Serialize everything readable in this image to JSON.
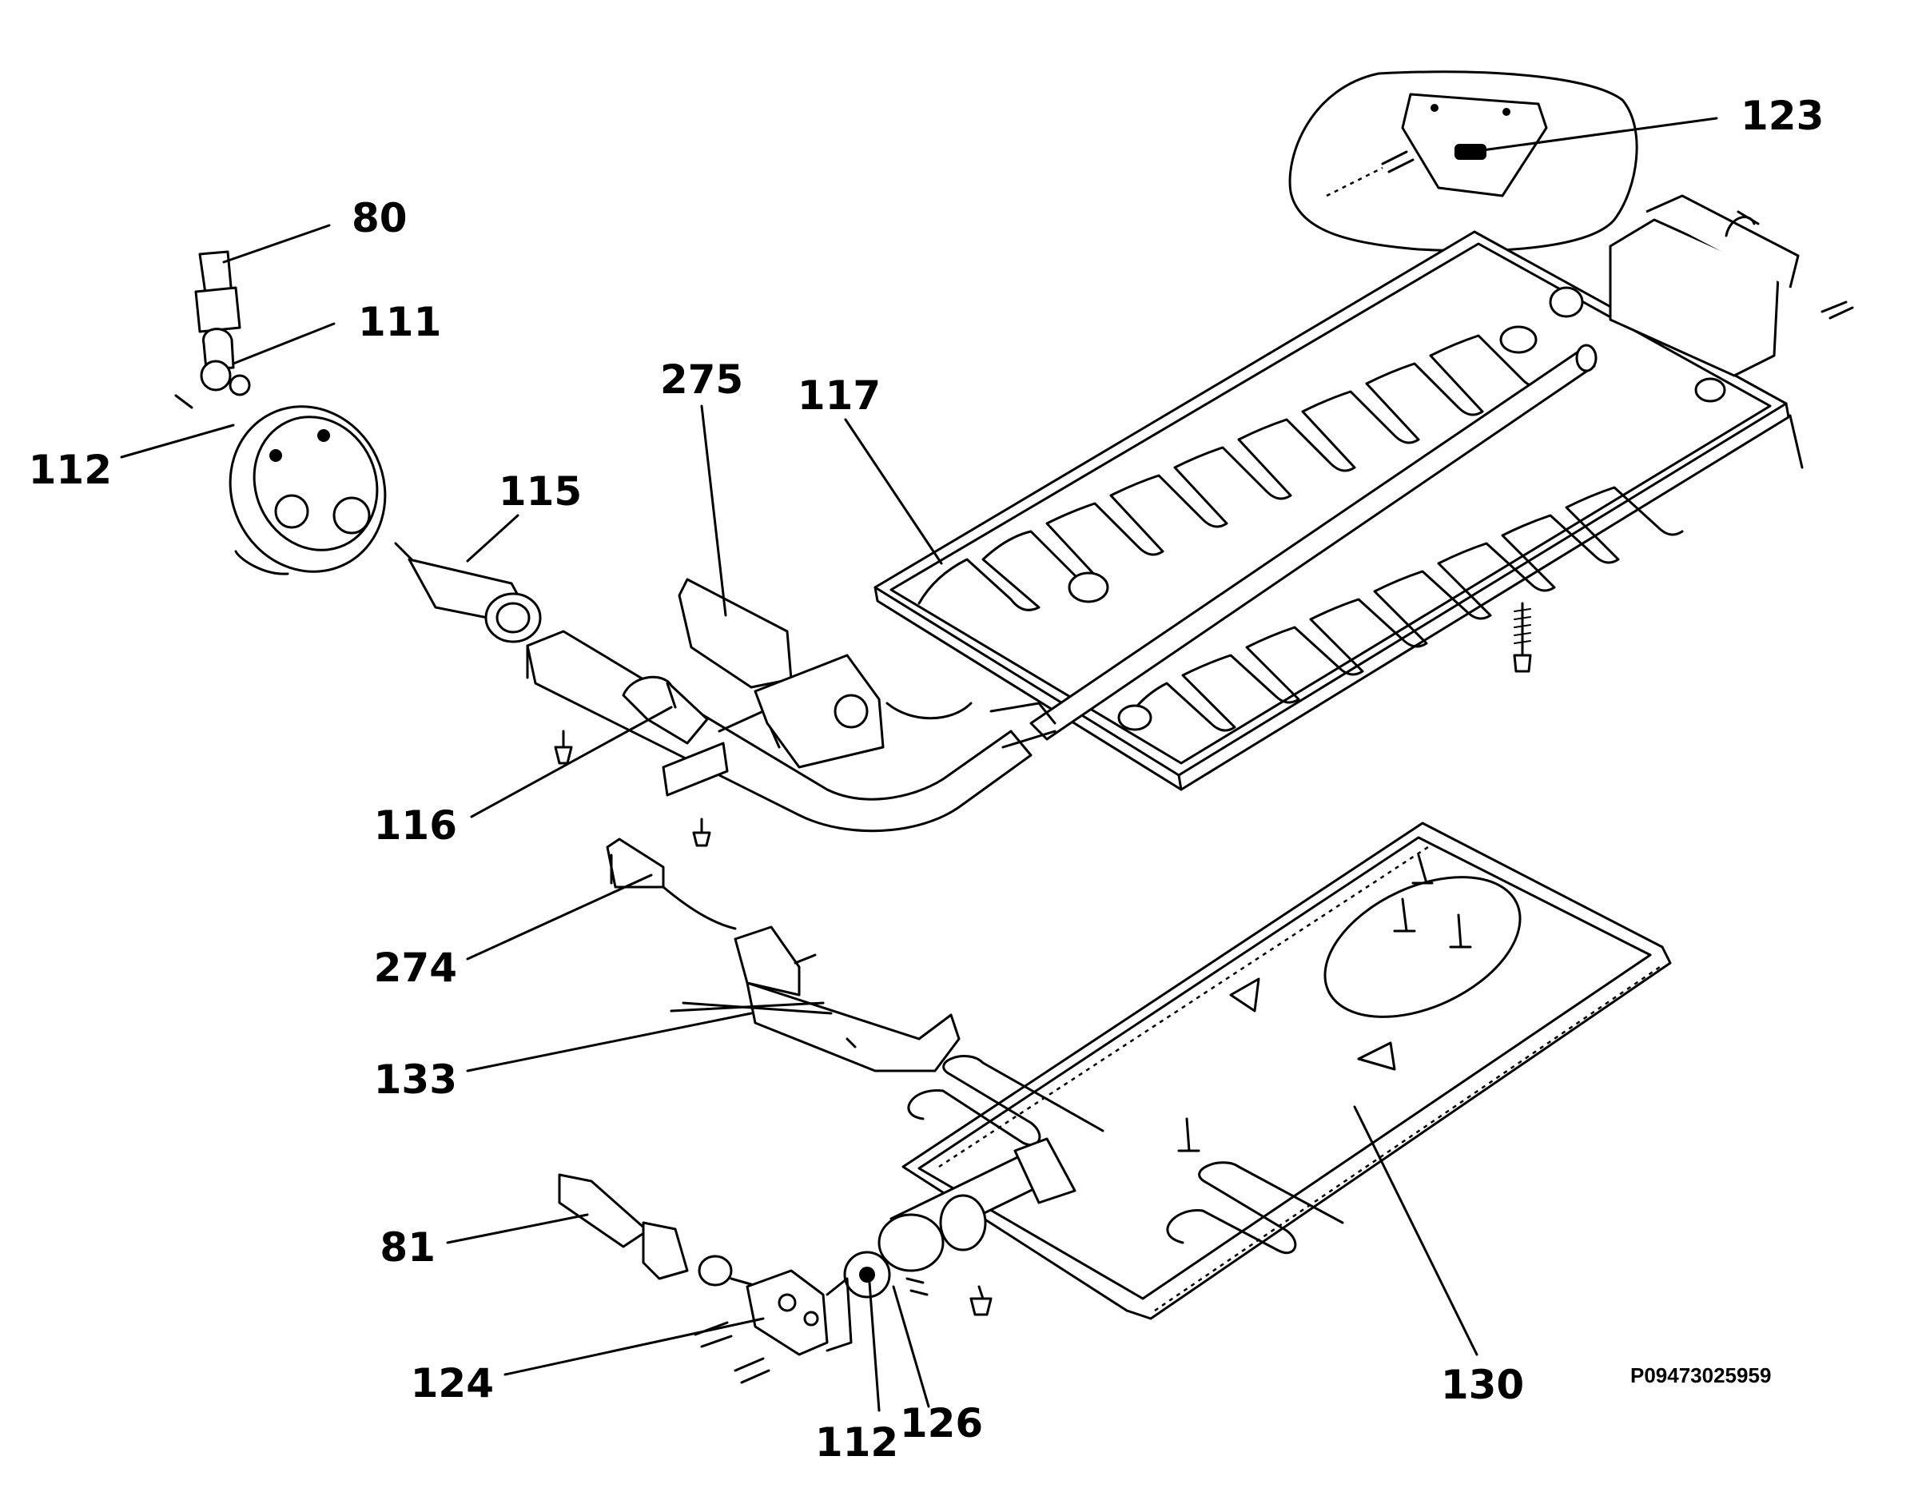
{
  "diagram": {
    "reference_code": "P09473025959",
    "callouts": [
      {
        "id": "80",
        "text": "80"
      },
      {
        "id": "111",
        "text": "111"
      },
      {
        "id": "112-top",
        "text": "112"
      },
      {
        "id": "115",
        "text": "115"
      },
      {
        "id": "275",
        "text": "275"
      },
      {
        "id": "117",
        "text": "117"
      },
      {
        "id": "123",
        "text": "123"
      },
      {
        "id": "116",
        "text": "116"
      },
      {
        "id": "274",
        "text": "274"
      },
      {
        "id": "133",
        "text": "133"
      },
      {
        "id": "81",
        "text": "81"
      },
      {
        "id": "124",
        "text": "124"
      },
      {
        "id": "112-bottom",
        "text": "112"
      },
      {
        "id": "126",
        "text": "126"
      },
      {
        "id": "130",
        "text": "130"
      }
    ]
  }
}
